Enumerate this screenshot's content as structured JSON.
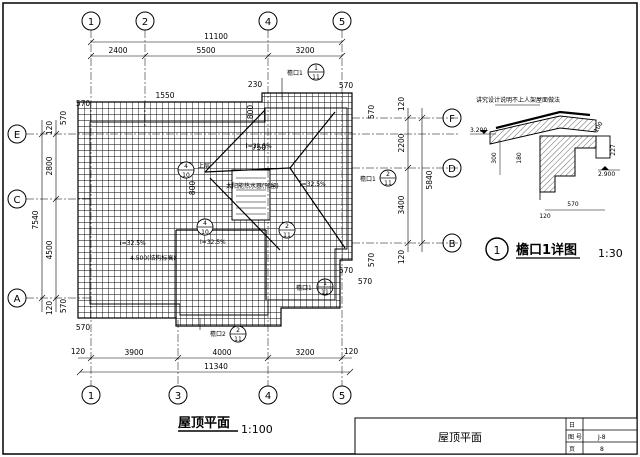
{
  "grid_top": [
    "1",
    "2",
    "4",
    "5"
  ],
  "grid_bottom": [
    "1",
    "3",
    "4",
    "5"
  ],
  "grid_left": [
    "E",
    "C",
    "A"
  ],
  "grid_right": [
    "F",
    "D",
    "B"
  ],
  "dims_top": {
    "total": "11100",
    "parts": [
      "2400",
      "5500",
      "3200"
    ]
  },
  "dims_bottom": {
    "total": "11340",
    "parts": [
      "3900",
      "4000",
      "3200"
    ],
    "ends": [
      "120",
      "120"
    ],
    "offsets": [
      "570",
      "570"
    ]
  },
  "dims_left": {
    "total": "7540",
    "parts": [
      "2800",
      "4500"
    ],
    "ends": [
      "120",
      "120"
    ],
    "offsets": [
      "570",
      "570"
    ]
  },
  "dims_right": {
    "total": "5840",
    "parts": [
      "2200",
      "3400"
    ],
    "ends": [
      "120",
      "120"
    ],
    "offsets": [
      "570",
      "570"
    ]
  },
  "misc_dims": [
    "1550",
    "800",
    "230",
    "800",
    "750",
    "570",
    "570",
    "570"
  ],
  "labels": {
    "eave1_top": "檐口1",
    "eave1_right": "檐口1",
    "eave1_bottom": "檐口1",
    "eave2": "檐口2",
    "slope1": "i=32.5%",
    "slope2": "i=32.5%",
    "slope3": "i=32.5%",
    "slope4": "i=32.5%",
    "elev": "4.500(结构标高)",
    "water_tank": "太阳能热水器(预留)",
    "upper_roof": "上层"
  },
  "callouts": [
    {
      "top": "1",
      "bottom": "11"
    },
    {
      "top": "4",
      "bottom": "10"
    },
    {
      "top": "4",
      "bottom": "10"
    },
    {
      "top": "2",
      "bottom": "11"
    },
    {
      "top": "1",
      "bottom": "11"
    },
    {
      "top": "2",
      "bottom": "11"
    }
  ],
  "detail": {
    "note": "讲究设计说明不上人架屋面做法",
    "elev_top": "3.200",
    "elev_bottom": "2.900",
    "dims": [
      "300",
      "120",
      "570",
      "180",
      "227",
      "100"
    ],
    "title_num": "1",
    "title": "檐口1详图",
    "scale": "1:30"
  },
  "plan_title": "屋顶平面",
  "plan_scale": "1:100",
  "title_block": {
    "title": "屋顶平面",
    "rows": [
      {
        "label": "日",
        "value": ""
      },
      {
        "label": "图 号",
        "value": "J-8"
      },
      {
        "label": "页",
        "value": "8"
      }
    ]
  }
}
